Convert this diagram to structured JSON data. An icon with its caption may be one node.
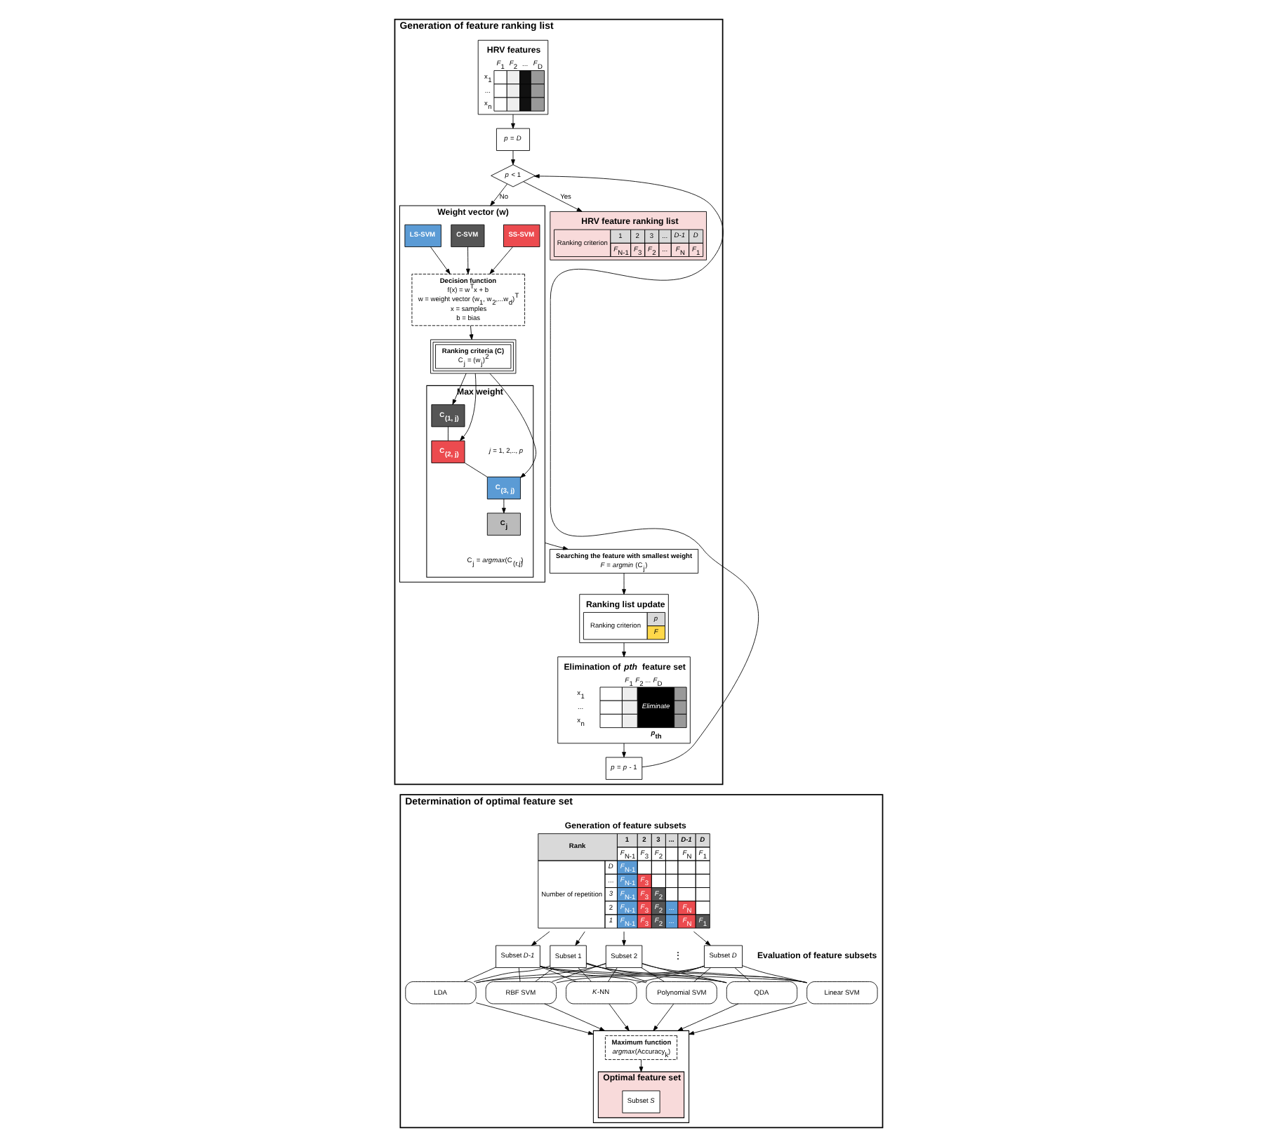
{
  "diagram": {
    "nodes": [
      {
        "text": [
          "Generation of feature ranking list"
        ]
      },
      {
        "text": [
          "HRV features",
          "*F*$_{1}$",
          "*F*$_{2}$",
          "...",
          "*F*$_{D}$",
          "x$_{1}$",
          "...",
          "x$_{n}$"
        ],
        "in": 0
      },
      {
        "text": [
          "*p* = *D*"
        ],
        "in": 0
      },
      {
        "text": [
          "*p* < 1"
        ],
        "in": 0
      },
      {
        "text": [
          "Weight vector (w)"
        ],
        "in": 0
      },
      {
        "text": [
          "C-SVM"
        ],
        "in": 4
      },
      {
        "text": [
          "SS-SVM"
        ],
        "in": 4
      },
      {
        "text": [
          "LS-SVM"
        ],
        "in": 4
      },
      {
        "text": [
          "Decision function",
          "f(x) = w$^{T}$x + b",
          "w = weight vector (w$_{1}$, w$_{2}$,...w$_{d}$)$^{T}$",
          "x = samples",
          "b = bias"
        ],
        "in": 4
      },
      {
        "text": [
          "Ranking criteria (C)",
          "C$_{j}$ = (w$_{j}$)$^{2}$"
        ],
        "in": 4
      },
      {
        "text": [
          "Max weight"
        ],
        "beside": [
          "*j* = 1, 2,.., *p*",
          "C$_{j}$ = *argmax*(C$_{(r,j)}$)"
        ],
        "in": 4
      },
      {
        "text": [
          "C$_{(1, j)}$"
        ],
        "in": 10
      },
      {
        "text": [
          "C$_{(2, j)}$"
        ],
        "in": 10
      },
      {
        "text": [
          "C$_{(3, j)}$"
        ],
        "in": 10
      },
      {
        "text": [
          "C$_{j}$"
        ],
        "in": 10
      },
      {
        "text": [
          "Searching the feature with smallest weight",
          "*F* = *argmin* (C$_{j}$)"
        ],
        "in": 0
      },
      {
        "text": [
          "Ranking list update",
          "Ranking criterion",
          "p",
          "F"
        ],
        "in": 0
      },
      {
        "text": [
          "Elimination of *pth* feature set",
          "*F*$_{1}$ *F*$_{2}$ ... *F*$_{D}$",
          "x$_{1}$",
          "...",
          "x$_{n}$",
          "Eliminate",
          "*p*$_{th}$"
        ],
        "in": 0
      },
      {
        "text": [
          "HRV feature ranking list",
          "Ranking criterion",
          "1",
          "2",
          "3",
          "...",
          "D-1",
          "D",
          "*F*$_{N-1}$",
          "*F*$_{3}$",
          "*F*$_{2}$",
          "...",
          "*F*$_{N}$",
          "*F*$_{1}$"
        ],
        "in": 0
      },
      {
        "text": [
          "*p* = *p* - 1"
        ],
        "in": 0
      },
      {
        "text": [
          "Determination of optimal feature set"
        ]
      },
      {
        "text": [
          "Generation of feature subsets",
          "Rank",
          "1",
          "2",
          "3",
          "...",
          "D-1",
          "D",
          "*F*$_{N-1}$",
          "*F*$_{3}$",
          "*F*$_{2}$",
          "*F*$_{N}$",
          "*F*$_{1}$",
          "Number of repetition",
          "D",
          "...",
          "3",
          "2",
          "1",
          "*F*$_{N-1}$",
          "*F*$_{N-1}$",
          "*F*$_{3}$",
          "*F*$_{N-1}$",
          "*F*$_{3}$",
          "*F*$_{2}$",
          "*F*$_{N-1}$",
          "*F*$_{3}$",
          "*F*$_{2}$",
          "...",
          "*F*$_{N}$",
          "*F*$_{N-1}$",
          "*F*$_{3}$",
          "*F*$_{2}$",
          "...",
          "*F*$_{N}$",
          "*F*$_{1}$"
        ],
        "in": 20
      },
      {
        "text": [
          "Subset 1"
        ],
        "in": 20
      },
      {
        "text": [
          "Subset 2"
        ],
        "in": 20
      },
      {
        "text": [
          "Subset *D-1*"
        ],
        "in": 20
      },
      {
        "text": [
          "Subset *D*"
        ],
        "in": 20
      },
      {
        "text": [
          "Linear SVM"
        ],
        "in": 20
      },
      {
        "text": [
          "Polynomial SVM"
        ],
        "in": 20
      },
      {
        "text": [
          "RBF SVM"
        ],
        "in": 20
      },
      {
        "text": [
          "*K*-NN"
        ],
        "in": 20
      },
      {
        "text": [
          "LDA"
        ],
        "in": 20
      },
      {
        "text": [
          "QDA"
        ],
        "in": 20
      },
      {
        "text": [],
        "shape": "box",
        "in": 20
      },
      {
        "text": [
          "Maximum function",
          "*argmax*(Accuracy$_{k}$)"
        ],
        "in": 32
      },
      {
        "text": [
          "Optimal feature set"
        ],
        "in": 32
      },
      {
        "text": [
          "Subset *S*"
        ],
        "in": 34
      }
    ],
    "edges": [
      {
        "from": 1,
        "to": 2,
        "arrow": "to"
      },
      {
        "from": 2,
        "to": 3,
        "arrow": "to"
      },
      {
        "from": 3,
        "to": 4,
        "arrow": "to",
        "label": "No"
      },
      {
        "from": 3,
        "to": 18,
        "arrow": "to",
        "label": "Yes"
      },
      {
        "from": 5,
        "to": 8,
        "arrow": "to"
      },
      {
        "from": 6,
        "to": 8,
        "arrow": "to"
      },
      {
        "from": 7,
        "to": 8,
        "arrow": "to"
      },
      {
        "from": 8,
        "to": 9,
        "arrow": "to"
      },
      {
        "from": 9,
        "to": 11,
        "arrow": "to"
      },
      {
        "from": 9,
        "to": 12,
        "arrow": "to"
      },
      {
        "from": 9,
        "to": 13,
        "arrow": "to"
      },
      {
        "from": 11,
        "to": 12,
        "arrow": "none"
      },
      {
        "from": 12,
        "to": 13,
        "arrow": "none"
      },
      {
        "from": 13,
        "to": 14,
        "arrow": "to"
      },
      {
        "from": 4,
        "to": 15,
        "arrow": "to"
      },
      {
        "from": 15,
        "to": 16,
        "arrow": "to"
      },
      {
        "from": 16,
        "to": 17,
        "arrow": "to"
      },
      {
        "from": 17,
        "to": 19,
        "arrow": "to"
      },
      {
        "from": 19,
        "to": 3,
        "arrow": "to"
      },
      {
        "from": 21,
        "to": 22,
        "arrow": "to"
      },
      {
        "from": 21,
        "to": 23,
        "arrow": "to"
      },
      {
        "from": 21,
        "to": 24,
        "arrow": "to"
      },
      {
        "from": 21,
        "to": 25,
        "arrow": "to"
      },
      {
        "from": 22,
        "to": 26,
        "arrow": "none"
      },
      {
        "from": 22,
        "to": 27,
        "arrow": "none"
      },
      {
        "from": 22,
        "to": 28,
        "arrow": "none"
      },
      {
        "from": 22,
        "to": 29,
        "arrow": "none"
      },
      {
        "from": 22,
        "to": 30,
        "arrow": "none"
      },
      {
        "from": 22,
        "to": 31,
        "arrow": "none"
      },
      {
        "from": 23,
        "to": 26,
        "arrow": "none"
      },
      {
        "from": 23,
        "to": 27,
        "arrow": "none"
      },
      {
        "from": 23,
        "to": 28,
        "arrow": "none"
      },
      {
        "from": 23,
        "to": 29,
        "arrow": "none"
      },
      {
        "from": 23,
        "to": 30,
        "arrow": "none"
      },
      {
        "from": 23,
        "to": 31,
        "arrow": "none"
      },
      {
        "from": 24,
        "to": 26,
        "arrow": "none"
      },
      {
        "from": 24,
        "to": 27,
        "arrow": "none"
      },
      {
        "from": 24,
        "to": 28,
        "arrow": "none"
      },
      {
        "from": 24,
        "to": 29,
        "arrow": "none"
      },
      {
        "from": 24,
        "to": 30,
        "arrow": "none"
      },
      {
        "from": 24,
        "to": 31,
        "arrow": "none"
      },
      {
        "from": 25,
        "to": 26,
        "arrow": "none"
      },
      {
        "from": 25,
        "to": 27,
        "arrow": "none"
      },
      {
        "from": 25,
        "to": 28,
        "arrow": "none"
      },
      {
        "from": 25,
        "to": 29,
        "arrow": "none"
      },
      {
        "from": 25,
        "to": 30,
        "arrow": "none"
      },
      {
        "from": 25,
        "to": 31,
        "arrow": "none"
      },
      {
        "from": 26,
        "to": 32,
        "arrow": "to"
      },
      {
        "from": 27,
        "to": 32,
        "arrow": "to"
      },
      {
        "from": 28,
        "to": 32,
        "arrow": "to"
      },
      {
        "from": 29,
        "to": 32,
        "arrow": "to"
      },
      {
        "from": 30,
        "to": 32,
        "arrow": "to"
      },
      {
        "from": 31,
        "to": 32,
        "arrow": "to"
      },
      {
        "from": 33,
        "to": 34,
        "arrow": "to"
      }
    ],
    "labels": [
      "Evaluation of feature subsets",
      "⋮"
    ]
  }
}
